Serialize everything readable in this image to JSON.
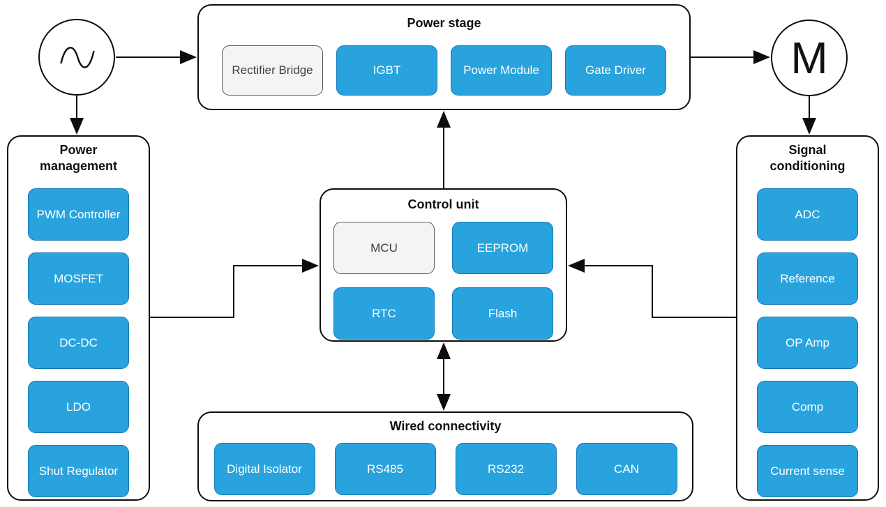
{
  "diagram": {
    "nodes": {
      "ac_source": {
        "icon": "sine-wave-icon"
      },
      "motor": {
        "label": "M"
      }
    },
    "groups": [
      {
        "id": "power-stage",
        "title": "Power stage",
        "chips": [
          {
            "label": "Rectifier Bridge",
            "variant": "gray"
          },
          {
            "label": "IGBT",
            "variant": "blue"
          },
          {
            "label": "Power Module",
            "variant": "blue"
          },
          {
            "label": "Gate Driver",
            "variant": "blue"
          }
        ]
      },
      {
        "id": "power-management",
        "title": "Power management",
        "chips": [
          {
            "label": "PWM Controller",
            "variant": "blue"
          },
          {
            "label": "MOSFET",
            "variant": "blue"
          },
          {
            "label": "DC-DC",
            "variant": "blue"
          },
          {
            "label": "LDO",
            "variant": "blue"
          },
          {
            "label": "Shut Regulator",
            "variant": "blue"
          }
        ]
      },
      {
        "id": "control-unit",
        "title": "Control unit",
        "chips": [
          {
            "label": "MCU",
            "variant": "gray"
          },
          {
            "label": "EEPROM",
            "variant": "blue"
          },
          {
            "label": "RTC",
            "variant": "blue"
          },
          {
            "label": "Flash",
            "variant": "blue"
          }
        ]
      },
      {
        "id": "wired-connectivity",
        "title": "Wired connectivity",
        "chips": [
          {
            "label": "Digital Isolator",
            "variant": "blue"
          },
          {
            "label": "RS485",
            "variant": "blue"
          },
          {
            "label": "RS232",
            "variant": "blue"
          },
          {
            "label": "CAN",
            "variant": "blue"
          }
        ]
      },
      {
        "id": "signal-conditioning",
        "title": "Signal conditioning",
        "chips": [
          {
            "label": "ADC",
            "variant": "blue"
          },
          {
            "label": "Reference",
            "variant": "blue"
          },
          {
            "label": "OP Amp",
            "variant": "blue"
          },
          {
            "label": "Comp",
            "variant": "blue"
          },
          {
            "label": "Current sense",
            "variant": "blue"
          }
        ]
      }
    ],
    "connections": [
      {
        "from": "ac-source",
        "to": "power-stage",
        "type": "arrow"
      },
      {
        "from": "ac-source",
        "to": "power-management",
        "type": "arrow"
      },
      {
        "from": "power-stage",
        "to": "motor",
        "type": "arrow"
      },
      {
        "from": "motor",
        "to": "signal-conditioning",
        "type": "arrow"
      },
      {
        "from": "control-unit",
        "to": "power-stage",
        "type": "arrow"
      },
      {
        "from": "power-management",
        "to": "control-unit",
        "type": "elbow-arrow"
      },
      {
        "from": "signal-conditioning",
        "to": "control-unit",
        "type": "elbow-arrow"
      },
      {
        "from": "control-unit",
        "to": "wired-connectivity",
        "type": "double-arrow"
      }
    ],
    "colors": {
      "chip_blue": "#29A3DD",
      "chip_blue_border": "#1478B6",
      "chip_gray": "#F4F4F4",
      "chip_gray_border": "#595959",
      "chip_text_blue": "#FFFFFF",
      "chip_text_gray": "#3F3F3F",
      "line": "#000000"
    }
  }
}
